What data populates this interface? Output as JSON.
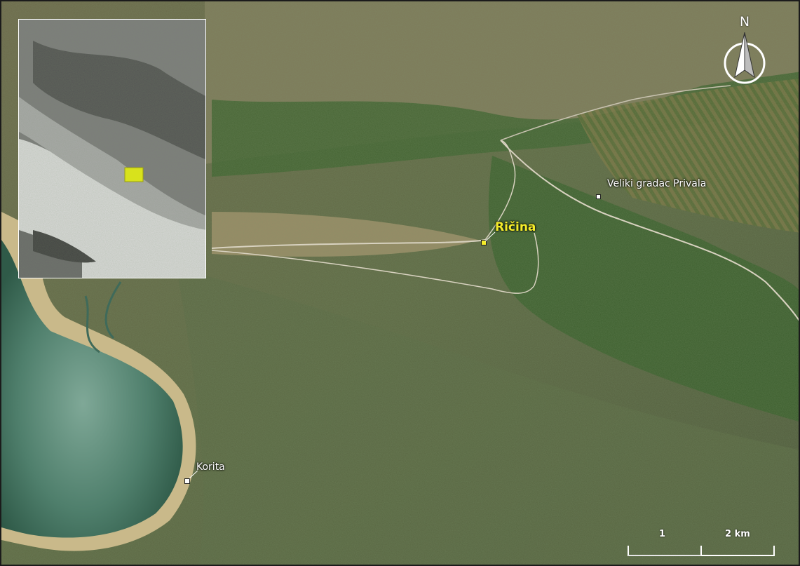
{
  "map": {
    "places": [
      {
        "id": "ricina",
        "label": "Ričina",
        "primary": true
      },
      {
        "id": "veliki-gradac",
        "label": "Veliki gradac Privala",
        "primary": false
      },
      {
        "id": "korita",
        "label": "Korita",
        "primary": false
      }
    ],
    "north_arrow": {
      "letter": "N"
    },
    "scale_bar": {
      "labels": [
        "1",
        "2 km"
      ]
    },
    "inset": {
      "highlight_color": "#d8e21c"
    },
    "colors": {
      "primary_label": "#f4ec2a",
      "secondary_label": "#ffffff",
      "vegetation": "#3d6b2a",
      "lagoon": "#5f8f7c",
      "road": "#d8d2c0"
    }
  }
}
